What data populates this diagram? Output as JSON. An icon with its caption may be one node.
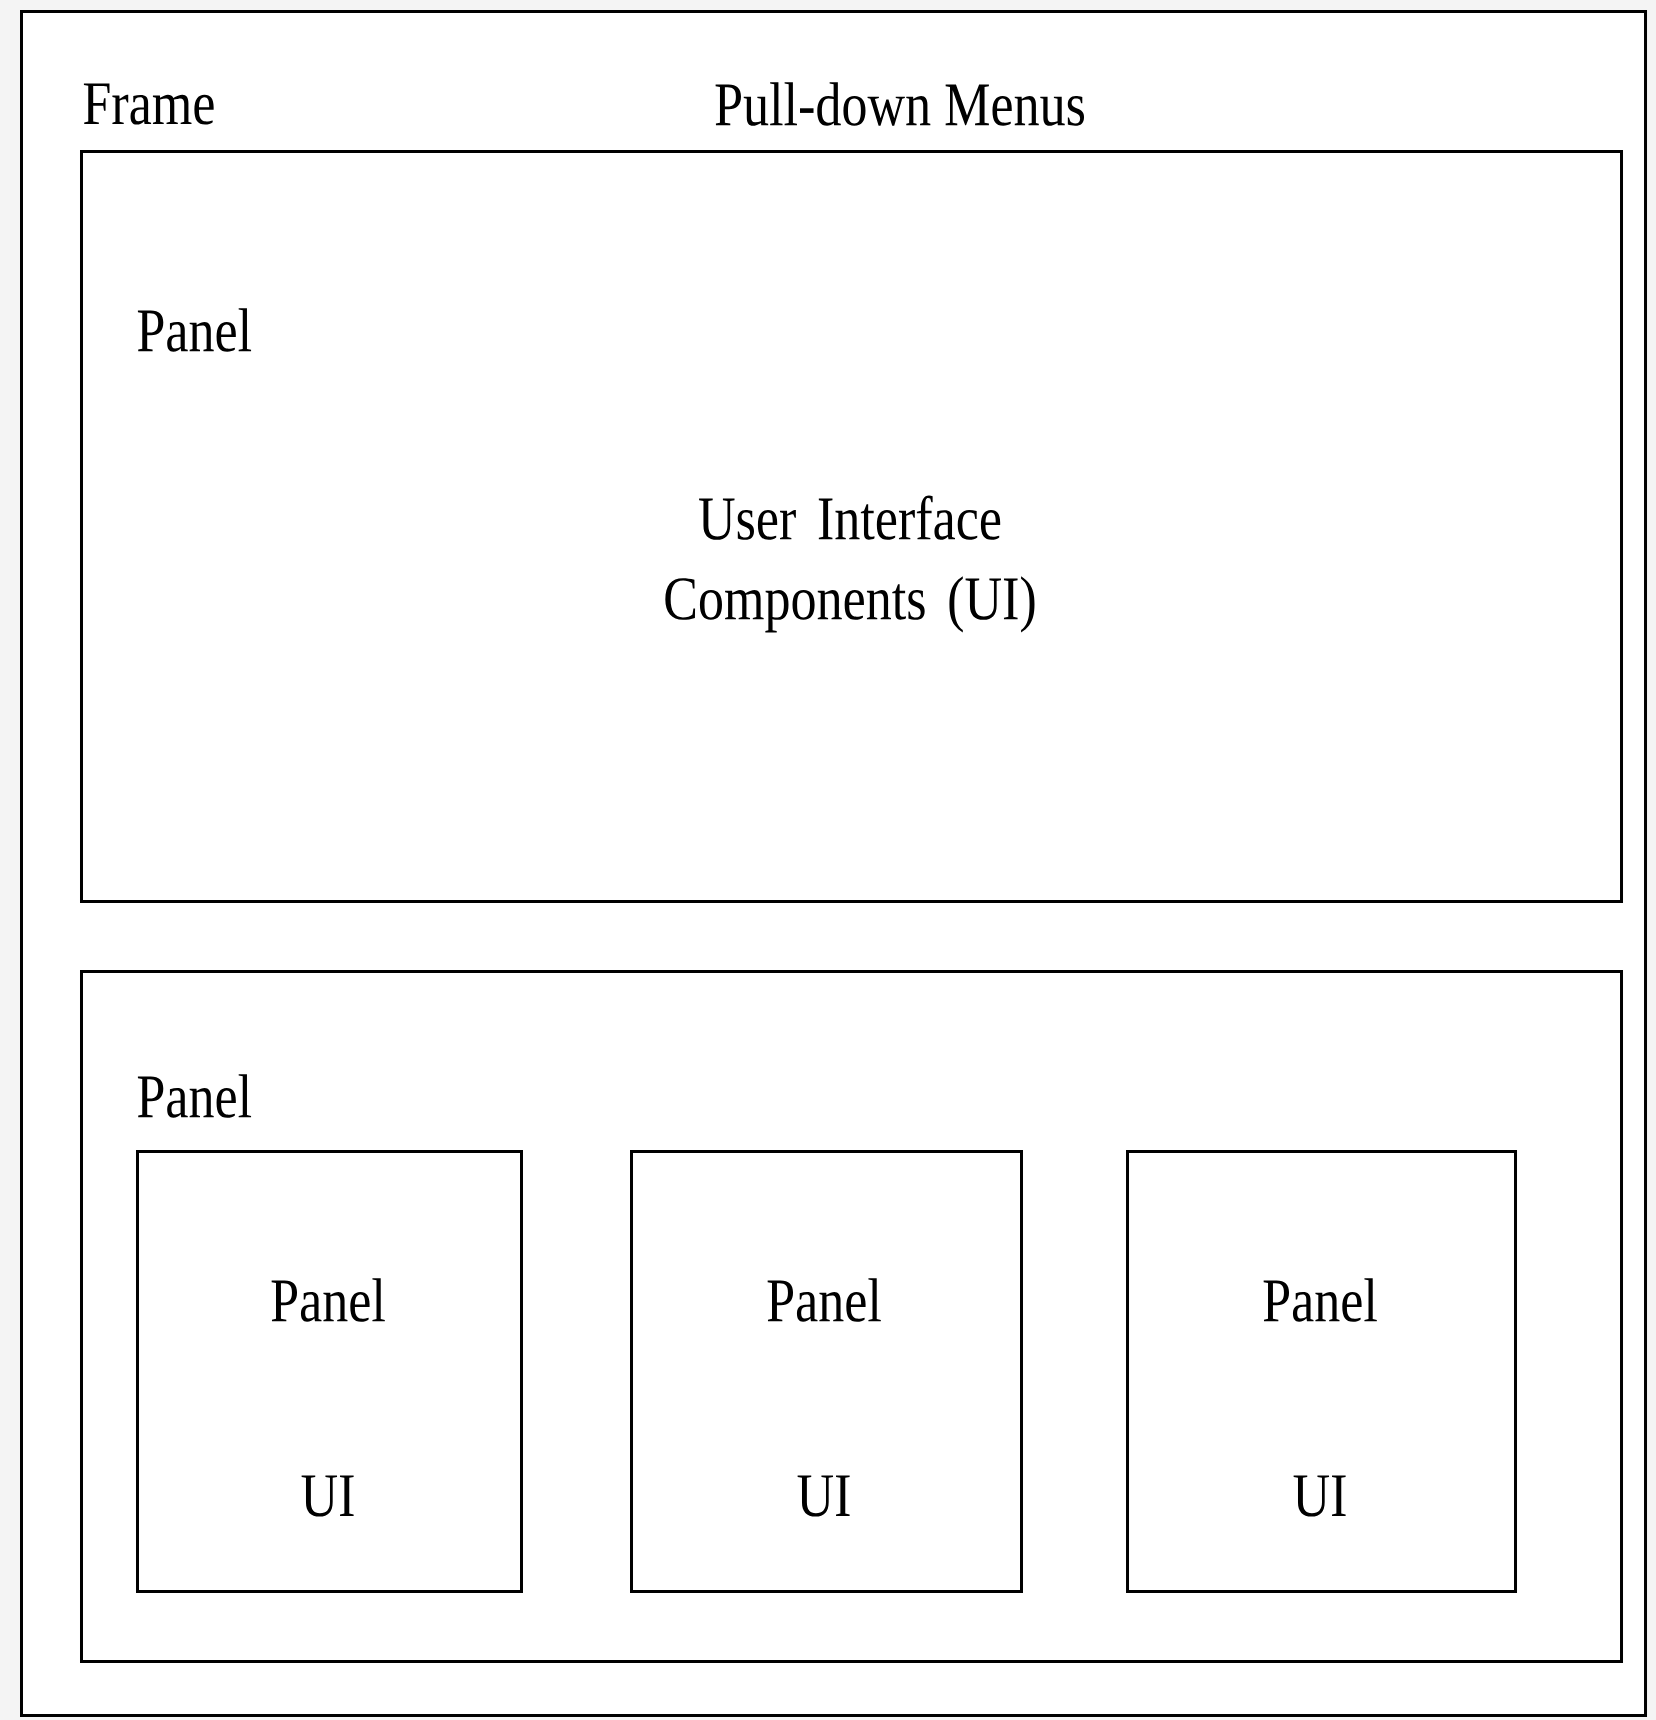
{
  "diagram": {
    "nodes": [
      {
        "text": [
          "Frame",
          "Pull-down Menus"
        ]
      },
      {
        "text": [
          "Panel",
          "User Interface Components (UI)"
        ],
        "in": 0
      },
      {
        "text": [
          "Panel"
        ],
        "in": 0
      },
      {
        "text": [
          "Panel",
          "UI"
        ],
        "in": 2
      },
      {
        "text": [
          "Panel",
          "UI"
        ],
        "in": 2
      },
      {
        "text": [
          "Panel",
          "UI"
        ],
        "in": 2
      }
    ]
  }
}
